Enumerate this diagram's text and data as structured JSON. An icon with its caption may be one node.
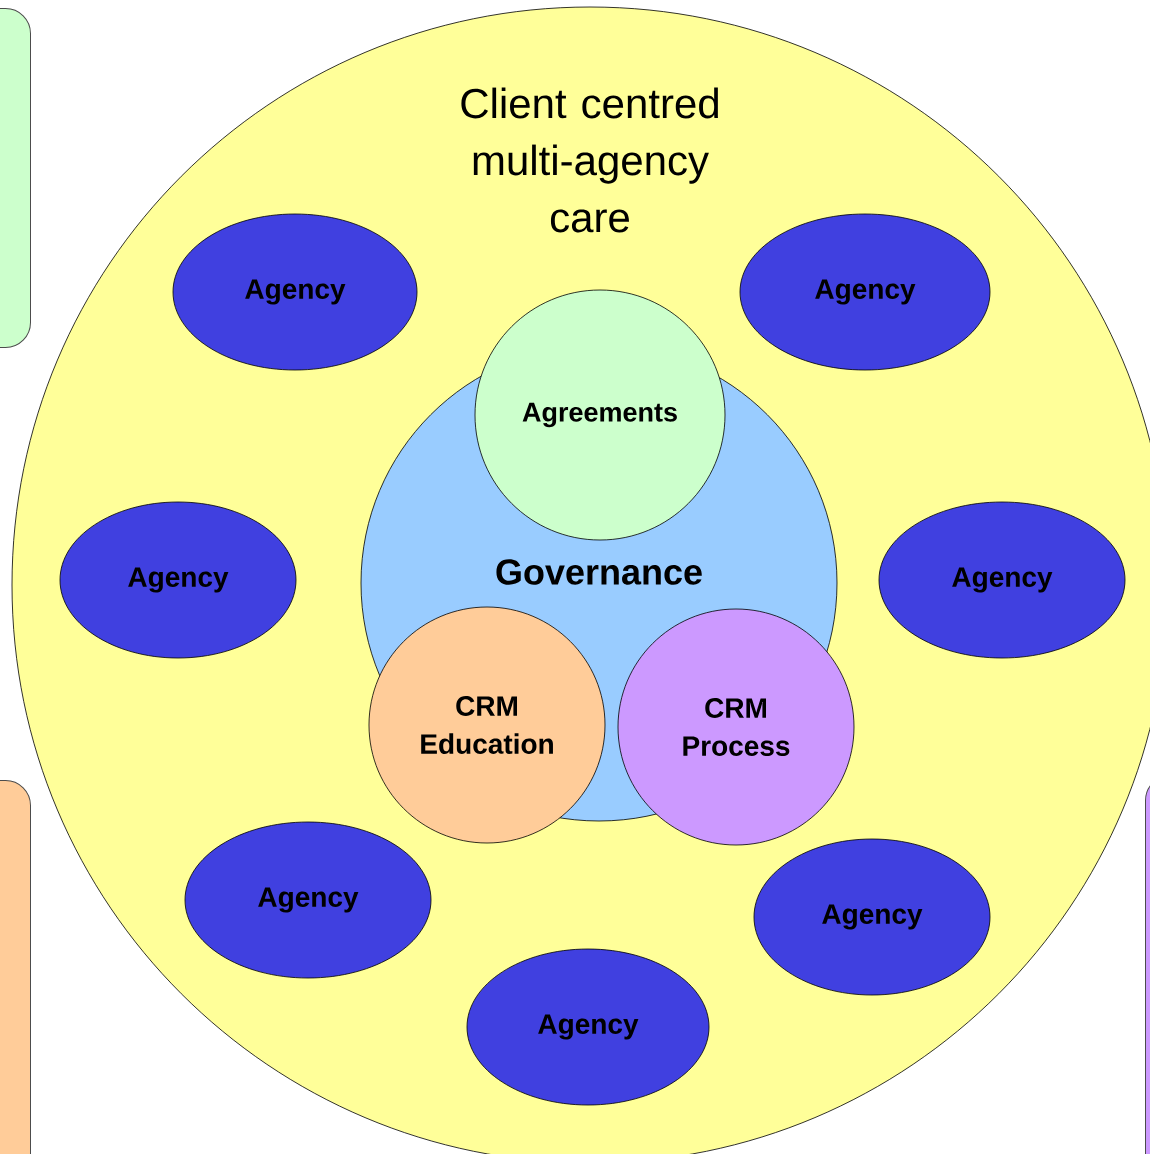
{
  "diagram": {
    "nodes": [
      {
        "text": [
          "Client centred multi-agency care"
        ]
      },
      {
        "text": [
          "Governance"
        ],
        "in": 0
      },
      {
        "text": [
          "Agreements"
        ],
        "in": 0
      },
      {
        "text": [
          "CRM Education"
        ],
        "in": 0
      },
      {
        "text": [
          "CRM Process"
        ],
        "in": 0
      },
      {
        "text": [
          "Agency"
        ],
        "in": 0
      },
      {
        "text": [
          "Agency"
        ],
        "in": 0
      },
      {
        "text": [
          "Agency"
        ],
        "in": 0
      },
      {
        "text": [
          "Agency"
        ],
        "in": 0
      },
      {
        "text": [
          "Agency"
        ],
        "in": 0
      },
      {
        "text": [
          "Agency"
        ],
        "in": 0
      },
      {
        "text": [
          "Agency"
        ],
        "in": 0
      },
      {
        "text": [],
        "shape": "box"
      },
      {
        "text": [],
        "shape": "box"
      },
      {
        "text": [],
        "shape": "box"
      }
    ]
  }
}
